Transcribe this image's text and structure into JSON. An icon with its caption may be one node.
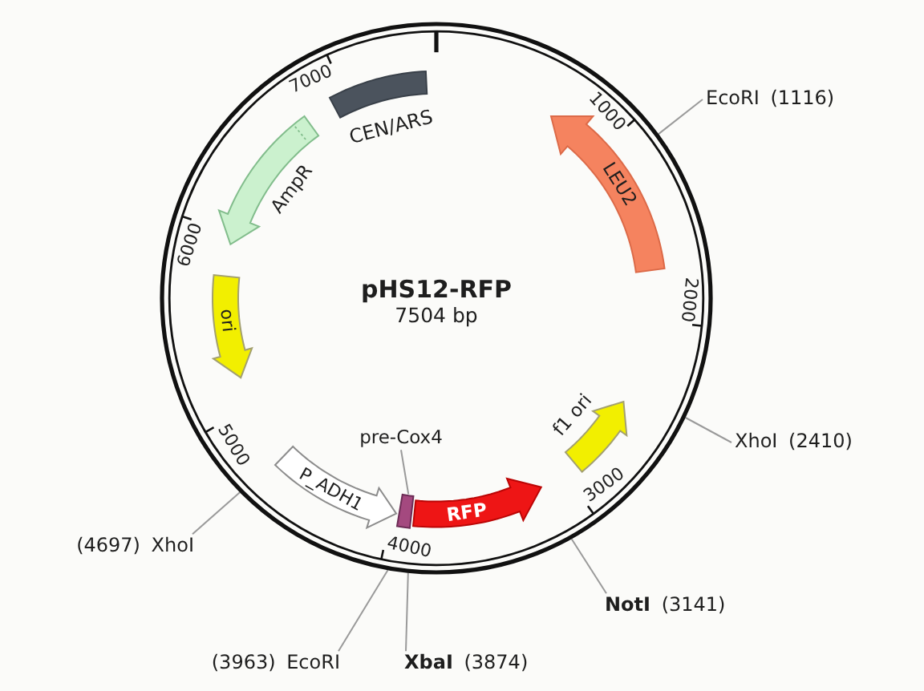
{
  "diagram": {
    "nodes": [
      {
        "text": [
          "pHS12-RFP",
          "7504 bp"
        ]
      },
      {
        "text": [
          "CEN/ARS"
        ],
        "in": 0
      },
      {
        "text": [
          "LEU2"
        ],
        "in": 0
      },
      {
        "text": [
          "AmpR"
        ],
        "in": 0
      },
      {
        "text": [
          "ori"
        ],
        "in": 0
      },
      {
        "text": [
          "pre-Cox4"
        ],
        "in": 0
      },
      {
        "text": [
          "P_ADH1"
        ],
        "in": 0
      },
      {
        "text": [],
        "shape": "box",
        "in": 0
      },
      {
        "text": [
          "RFP"
        ],
        "in": 0
      },
      {
        "text": [
          "f1 ori"
        ],
        "in": 0
      },
      {
        "text": [
          "EcoRI (1116)"
        ]
      },
      {
        "text": [
          "XhoI (2410)"
        ]
      },
      {
        "text": [
          "**NotI** (3141)"
        ]
      },
      {
        "text": [
          "**XbaI** (3874)"
        ]
      },
      {
        "text": [
          "(3963) EcoRI"
        ]
      },
      {
        "text": [
          "(4697) XhoI"
        ]
      }
    ],
    "edges": [
      {
        "from": 10,
        "to": 0,
        "arrow": "none"
      },
      {
        "from": 11,
        "to": 0,
        "arrow": "none"
      },
      {
        "from": 12,
        "to": 0,
        "arrow": "none"
      },
      {
        "from": 13,
        "to": 0,
        "arrow": "none"
      },
      {
        "from": 14,
        "to": 0,
        "arrow": "none"
      },
      {
        "from": 15,
        "to": 0,
        "arrow": "none"
      },
      {
        "from": 5,
        "to": 7,
        "arrow": "none"
      }
    ],
    "labels": [
      "1000",
      "2000",
      "3000",
      "4000",
      "5000",
      "6000",
      "7000"
    ]
  }
}
